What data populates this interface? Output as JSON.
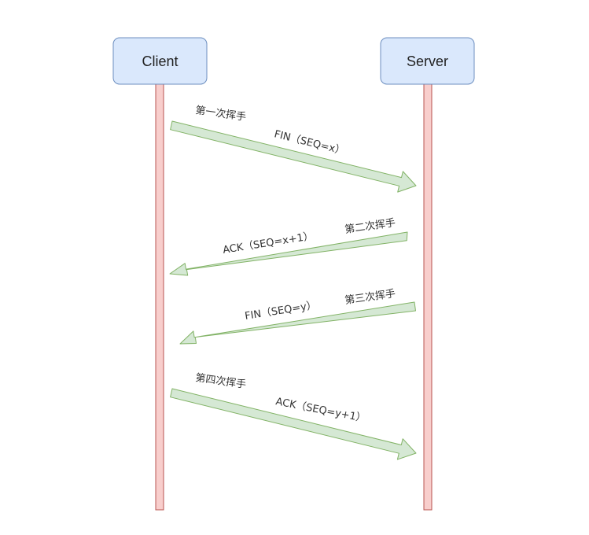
{
  "participants": {
    "client": {
      "label": "Client"
    },
    "server": {
      "label": "Server"
    }
  },
  "messages": [
    {
      "step": "第一次挥手",
      "label": "FIN（SEQ=x）",
      "direction": "client-to-server"
    },
    {
      "step": "第二次挥手",
      "label": "ACK（SEQ=x+1）",
      "direction": "server-to-client"
    },
    {
      "step": "第三次挥手",
      "label": "FIN（SEQ=y）",
      "direction": "server-to-client"
    },
    {
      "step": "第四次挥手",
      "label": "ACK（SEQ=y+1）",
      "direction": "client-to-server"
    }
  ],
  "colors": {
    "box_fill": "#dae8fc",
    "box_stroke": "#6c8ebf",
    "lifeline_fill": "#f8cecc",
    "lifeline_stroke": "#b85450",
    "arrow_fill": "#d5e8d4",
    "arrow_stroke": "#82b366"
  }
}
